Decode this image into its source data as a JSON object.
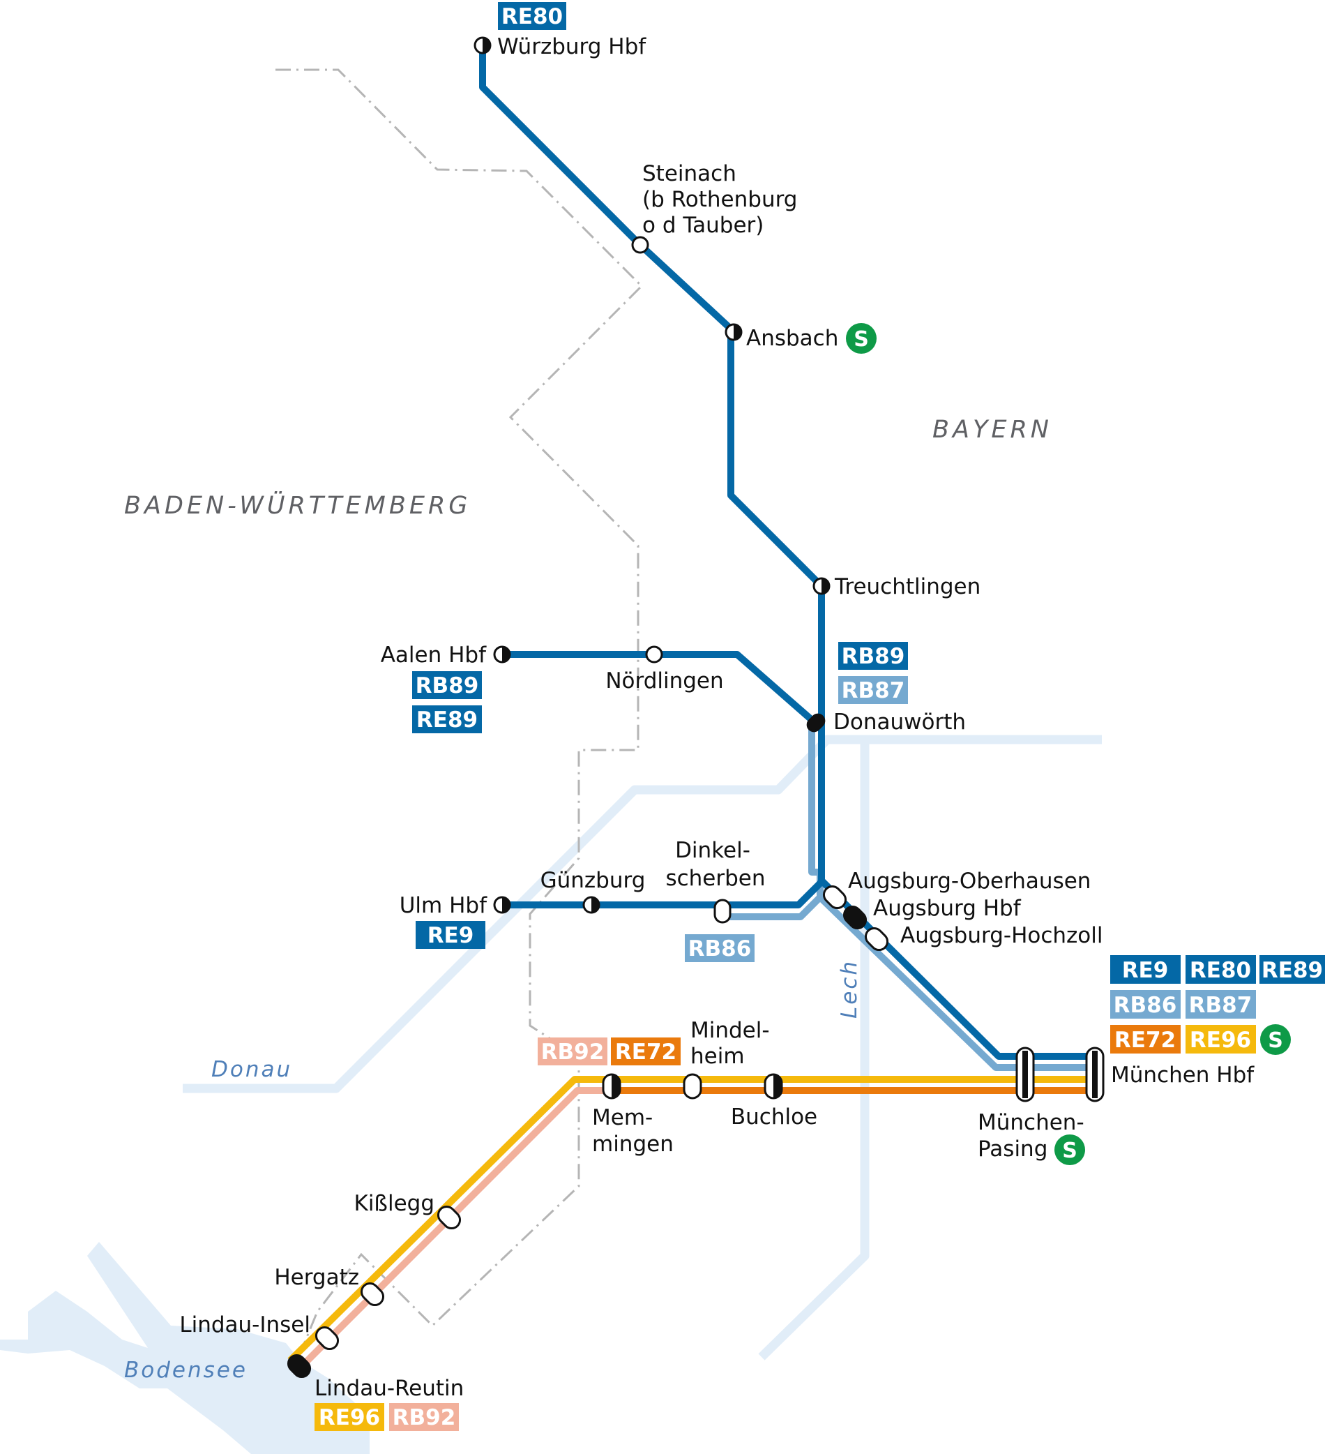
{
  "colors": {
    "dark_blue": "#0468a6",
    "light_blue": "#75a9d0",
    "orange": "#ea7a0c",
    "yellow": "#f5b90c",
    "salmon": "#f2b09b",
    "border_gray": "#b5b5b5",
    "water": "#e1edf8",
    "sbahn_green": "#0e9a47"
  },
  "regions": {
    "baden_wuerttemberg": "BADEN-WÜRTTEMBERG",
    "bayern": "BAYERN"
  },
  "water": {
    "donau": "Donau",
    "lech": "Lech",
    "bodensee": "Bodensee"
  },
  "sbahn_symbol": "S",
  "stations": {
    "wuerzburg": "Würzburg Hbf",
    "steinach_1": "Steinach",
    "steinach_2": "(b Rothenburg",
    "steinach_3": "o d Tauber)",
    "ansbach": "Ansbach",
    "treuchtlingen": "Treuchtlingen",
    "aalen": "Aalen Hbf",
    "noerdlingen": "Nördlingen",
    "donauwoerth": "Donauwörth",
    "ulm": "Ulm Hbf",
    "guenzburg": "Günzburg",
    "dinkelscherben_1": "Dinkel-",
    "dinkelscherben_2": "scherben",
    "augsburg_oberhausen": "Augsburg-Oberhausen",
    "augsburg_hbf": "Augsburg Hbf",
    "augsburg_hochzoll": "Augsburg-Hochzoll",
    "muenchen_hbf": "München Hbf",
    "muenchen_pasing_1": "München-",
    "muenchen_pasing_2": "Pasing",
    "mindelheim_1": "Mindel-",
    "mindelheim_2": "heim",
    "memmingen_1": "Mem-",
    "memmingen_2": "mingen",
    "buchloe": "Buchloe",
    "kisslegg": "Kißlegg",
    "hergatz": "Hergatz",
    "lindau_insel": "Lindau-Insel",
    "lindau_reutin": "Lindau-Reutin"
  },
  "badges": {
    "wuerzburg_re80": "RE80",
    "aalen_rb89": "RB89",
    "aalen_re89": "RE89",
    "donauwoerth_rb89": "RB89",
    "donauwoerth_rb87": "RB87",
    "ulm_re9": "RE9",
    "dinkelscherben_rb86": "RB86",
    "muenchen_re9": "RE9",
    "muenchen_re80": "RE80",
    "muenchen_re89": "RE89",
    "muenchen_rb86": "RB86",
    "muenchen_rb87": "RB87",
    "muenchen_re72": "RE72",
    "muenchen_re96": "RE96",
    "memmingen_rb92": "RB92",
    "memmingen_re72": "RE72",
    "lindau_re96": "RE96",
    "lindau_rb92": "RB92"
  }
}
